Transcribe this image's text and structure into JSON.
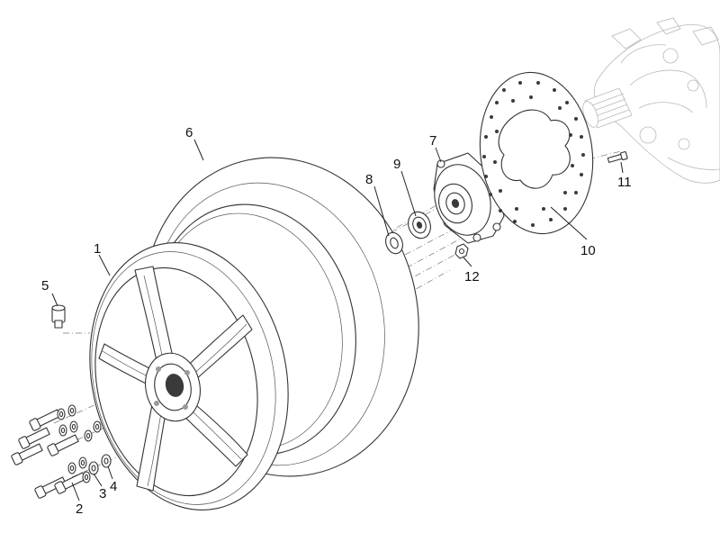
{
  "callouts": [
    {
      "id": "wheel-rim",
      "number": "1"
    },
    {
      "id": "wheel-bolt",
      "number": "2"
    },
    {
      "id": "lock-washer",
      "number": "3"
    },
    {
      "id": "flat-washer",
      "number": "4"
    },
    {
      "id": "tyre-valve",
      "number": "5"
    },
    {
      "id": "tyre",
      "number": "6"
    },
    {
      "id": "wheel-hub",
      "number": "7"
    },
    {
      "id": "spacer-bushing",
      "number": "8"
    },
    {
      "id": "hub-bearing",
      "number": "9"
    },
    {
      "id": "brake-disc",
      "number": "10"
    },
    {
      "id": "disc-screw",
      "number": "11"
    },
    {
      "id": "hub-nut",
      "number": "12"
    }
  ]
}
